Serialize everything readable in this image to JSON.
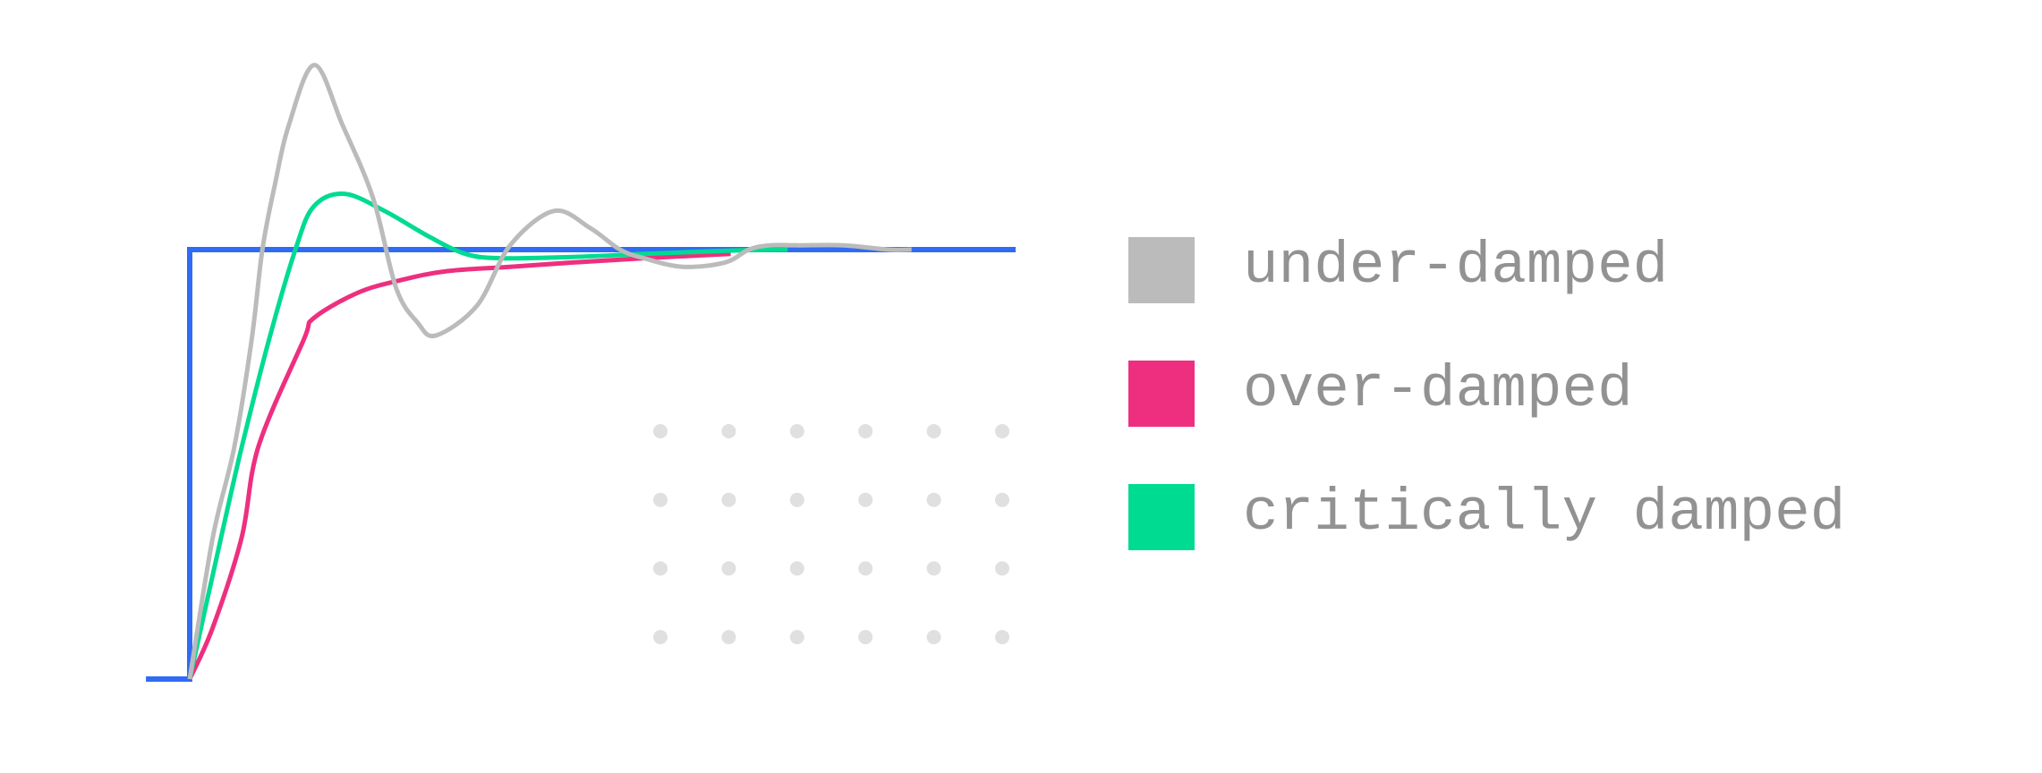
{
  "chart_data": {
    "type": "line",
    "title": "",
    "xlabel": "",
    "ylabel": "",
    "grid": false,
    "legend_position": "right",
    "xlim": [
      -0.53,
      10
    ],
    "ylim": [
      0,
      1.5
    ],
    "setpoint": {
      "name": "setpoint (step input)",
      "color": "#2F6BF5",
      "points": [
        [
          -0.53,
          0
        ],
        [
          0,
          0
        ],
        [
          0,
          1
        ],
        [
          10,
          1
        ]
      ]
    },
    "series": [
      {
        "name": "under-damped",
        "color": "#BBBBBB",
        "points": [
          [
            0,
            0
          ],
          [
            0.28,
            0.33
          ],
          [
            0.54,
            0.54
          ],
          [
            0.75,
            0.79
          ],
          [
            0.88,
            1.0
          ],
          [
            1.03,
            1.15
          ],
          [
            1.2,
            1.29
          ],
          [
            1.51,
            1.43
          ],
          [
            1.85,
            1.29
          ],
          [
            2.22,
            1.12
          ],
          [
            2.5,
            0.91
          ],
          [
            2.76,
            0.83
          ],
          [
            2.98,
            0.8
          ],
          [
            3.48,
            0.87
          ],
          [
            3.88,
            1.01
          ],
          [
            4.41,
            1.09
          ],
          [
            4.85,
            1.05
          ],
          [
            5.21,
            1.0
          ],
          [
            5.5,
            0.98
          ],
          [
            5.97,
            0.96
          ],
          [
            6.48,
            0.97
          ],
          [
            6.77,
            1.0
          ],
          [
            7.02,
            1.01
          ],
          [
            7.38,
            1.01
          ],
          [
            7.92,
            1.01
          ],
          [
            8.46,
            1.0
          ],
          [
            8.74,
            1.0
          ]
        ]
      },
      {
        "name": "over-damped",
        "color": "#EE2F7F",
        "points": [
          [
            0,
            0
          ],
          [
            0.28,
            0.12
          ],
          [
            0.63,
            0.33
          ],
          [
            0.83,
            0.54
          ],
          [
            1.38,
            0.79
          ],
          [
            1.5,
            0.84
          ],
          [
            2.04,
            0.9
          ],
          [
            2.58,
            0.93
          ],
          [
            3.12,
            0.95
          ],
          [
            3.88,
            0.96
          ],
          [
            4.64,
            0.97
          ],
          [
            5.5,
            0.98
          ],
          [
            6.55,
            0.99
          ]
        ]
      },
      {
        "name": "critically damped",
        "color": "#00DB92",
        "points": [
          [
            0,
            0
          ],
          [
            0.38,
            0.33
          ],
          [
            0.63,
            0.54
          ],
          [
            0.96,
            0.79
          ],
          [
            1.28,
            1.0
          ],
          [
            1.5,
            1.1
          ],
          [
            1.87,
            1.13
          ],
          [
            2.36,
            1.09
          ],
          [
            2.9,
            1.03
          ],
          [
            3.34,
            0.99
          ],
          [
            3.77,
            0.98
          ],
          [
            4.64,
            0.983
          ],
          [
            5.5,
            0.99
          ],
          [
            6.59,
            0.998
          ],
          [
            7.24,
            1.0
          ]
        ]
      }
    ],
    "decoration": {
      "dot_grid": {
        "rows": 4,
        "cols": 6,
        "color": "#E0E0E0"
      }
    }
  },
  "legend": {
    "items": [
      {
        "label": "under-damped",
        "color": "#BBBBBB"
      },
      {
        "label": "over-damped",
        "color": "#EE2F7F"
      },
      {
        "label": "critically damped",
        "color": "#00DB92"
      }
    ]
  }
}
